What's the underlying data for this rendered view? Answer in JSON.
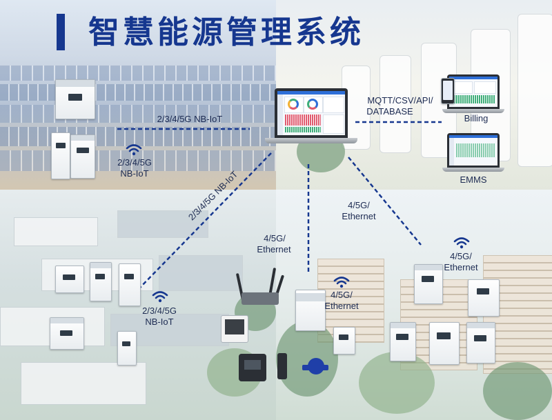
{
  "title": "智慧能源管理系统",
  "colors": {
    "title": "#16378f",
    "line": "#16378f",
    "label": "#1d2b52"
  },
  "labels": {
    "solar_link": "2/3/4/5G NB-IoT",
    "solar_wifi_1": "2/3/4/5G",
    "solar_wifi_2": "NB-IoT",
    "diagonal_link": "2/3/4/5G NB-IoT",
    "server_protocol_1": "MQTT/CSV/API/",
    "server_protocol_2": "DATABASE",
    "billing": "Billing",
    "emms": "EMMS",
    "right_eth_1": "4/5G/",
    "right_eth_2": "Ethernet",
    "gateway_eth_1": "4/5G/",
    "gateway_eth_2": "Ethernet",
    "factory_wifi_1": "2/3/4/5G",
    "factory_wifi_2": "NB-IoT",
    "dtu_wifi_1": "4/5G/",
    "dtu_wifi_2": "Ethernet",
    "resident_wifi_1": "4/5G/",
    "resident_wifi_2": "Ethernet"
  },
  "icons": [
    "wifi-icon",
    "laptop-icon",
    "meter-icon",
    "gateway-router-icon",
    "water-meter-icon",
    "display-panel-icon"
  ]
}
